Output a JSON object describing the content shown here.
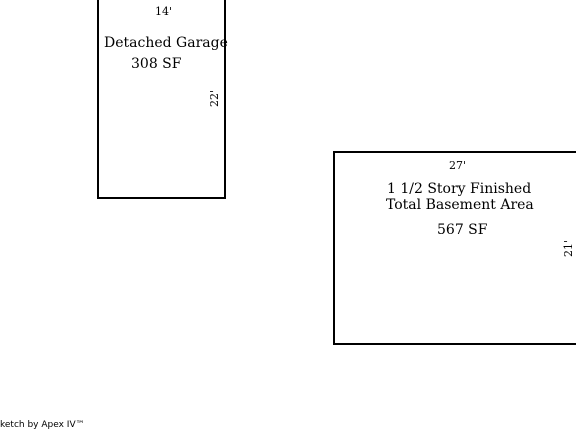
{
  "sketch": {
    "garage": {
      "width_label": "14'",
      "depth_label": "22'",
      "name": "Detached Garage",
      "area": "308 SF"
    },
    "house": {
      "width_label": "27'",
      "depth_label": "21'",
      "name_line1": "1 1/2 Story Finished",
      "name_line2": "Total Basement Area",
      "area": "567 SF"
    }
  },
  "footer": {
    "credit": "ketch by Apex IV™"
  }
}
